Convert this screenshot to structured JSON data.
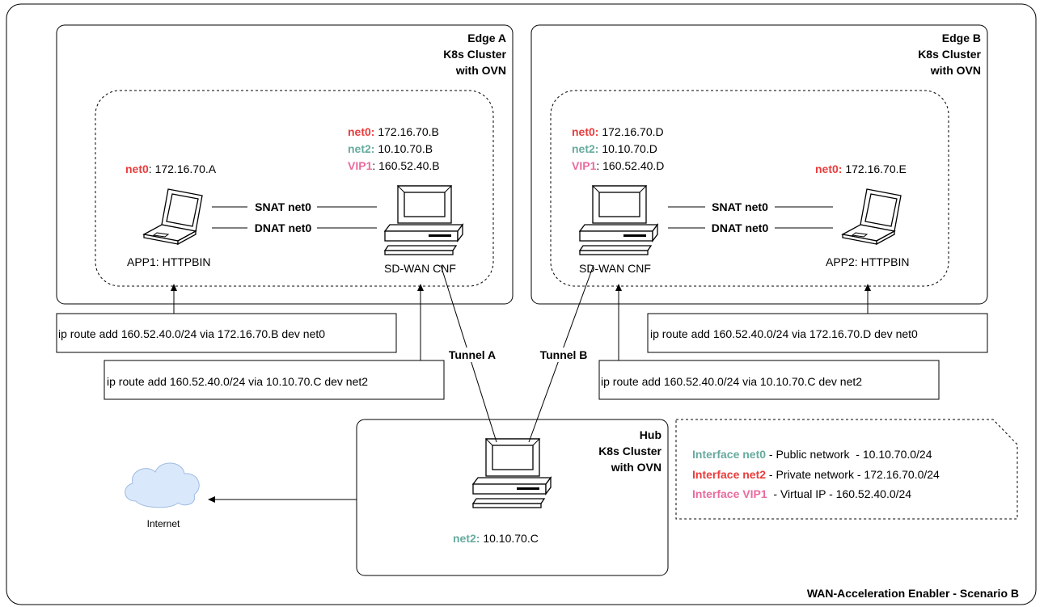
{
  "title": "WAN-Acceleration Enabler - Scenario B",
  "edge_a": {
    "title_line1": "Edge A",
    "title_line2": "K8s Cluster",
    "title_line3": "with OVN",
    "app": {
      "net0_label": "net0",
      "net0_value": ": 172.16.70.A",
      "name": "APP1: HTTPBIN"
    },
    "cnf": {
      "net0_label": "net0:",
      "net0_value": " 172.16.70.B",
      "net2_label": "net2:",
      "net2_value": " 10.10.70.B",
      "vip1_label": "VIP1",
      "vip1_value": ": 160.52.40.B",
      "name": "SD-WAN CNF"
    },
    "snat": "SNAT net0",
    "dnat": "DNAT net0",
    "route_app": "ip route add 160.52.40.0/24 via 172.16.70.B dev net0",
    "route_cnf": "ip route add 160.52.40.0/24 via 10.10.70.C dev net2"
  },
  "edge_b": {
    "title_line1": "Edge B",
    "title_line2": "K8s Cluster",
    "title_line3": "with OVN",
    "app": {
      "net0_label": "net0:",
      "net0_value": " 172.16.70.E",
      "name": "APP2: HTTPBIN"
    },
    "cnf": {
      "net0_label": "net0:",
      "net0_value": " 172.16.70.D",
      "net2_label": "net2:",
      "net2_value": " 10.10.70.D",
      "vip1_label": "VIP1",
      "vip1_value": ": 160.52.40.D",
      "name": "SD-WAN CNF"
    },
    "snat": "SNAT net0",
    "dnat": "DNAT net0",
    "route_app": "ip route add 160.52.40.0/24 via 172.16.70.D dev net0",
    "route_cnf": "ip route add 160.52.40.0/24 via 10.10.70.C dev net2"
  },
  "hub": {
    "title_line1": "Hub",
    "title_line2": "K8s Cluster",
    "title_line3": "with OVN",
    "net2_label": "net2:",
    "net2_value": " 10.10.70.C"
  },
  "tunnels": {
    "a": "Tunnel A",
    "b": "Tunnel B"
  },
  "internet": "Internet",
  "legend": {
    "rows": [
      {
        "name": "Interface net0",
        "desc": " - Public network  - 10.10.70.0/24",
        "color": "#67ab9f"
      },
      {
        "name": "Interface net2",
        "desc": " - Private network - 172.16.70.0/24",
        "color": "#ea3c3c"
      },
      {
        "name": "Interface VIP1",
        "desc": "  - Virtual IP - 160.52.40.0/24",
        "color": "#ea6b9e"
      }
    ]
  },
  "colors": {
    "red": "#ea3c3c",
    "teal": "#67ab9f",
    "pink": "#ea6b9e",
    "cloud": "#dae8fc"
  }
}
